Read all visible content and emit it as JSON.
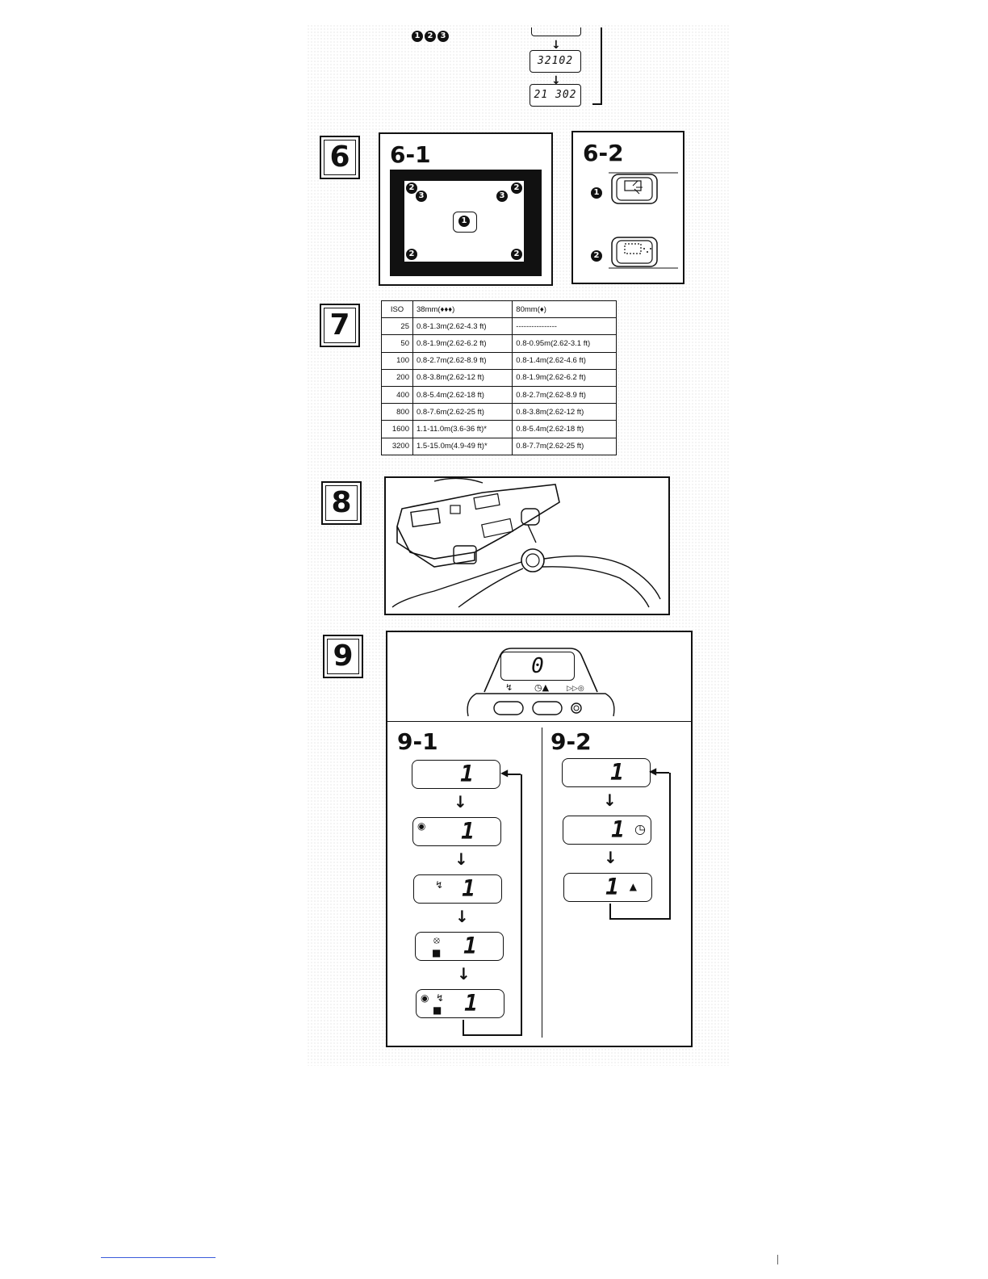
{
  "top_fragment": {
    "markers": [
      "1",
      "2",
      "3"
    ],
    "lcd_frames": [
      "32102",
      "21 302"
    ]
  },
  "section6": {
    "number": "6",
    "panel_1": {
      "title": "6-1",
      "markers": [
        "2",
        "3",
        "3",
        "2",
        "1",
        "2",
        "2"
      ]
    },
    "panel_2": {
      "title": "6-2",
      "markers": [
        "1",
        "2"
      ]
    }
  },
  "section7": {
    "number": "7",
    "table": {
      "headers": [
        "ISO",
        "38mm(♦♦♦)",
        "80mm(♦)"
      ],
      "rows": [
        [
          "25",
          "0.8-1.3m(2.62-4.3 ft)",
          "----------------"
        ],
        [
          "50",
          "0.8-1.9m(2.62-6.2 ft)",
          "0.8-0.95m(2.62-3.1 ft)"
        ],
        [
          "100",
          "0.8-2.7m(2.62-8.9 ft)",
          "0.8-1.4m(2.62-4.6 ft)"
        ],
        [
          "200",
          "0.8-3.8m(2.62-12 ft)",
          "0.8-1.9m(2.62-6.2 ft)"
        ],
        [
          "400",
          "0.8-5.4m(2.62-18 ft)",
          "0.8-2.7m(2.62-8.9 ft)"
        ],
        [
          "800",
          "0.8-7.6m(2.62-25 ft)",
          "0.8-3.8m(2.62-12 ft)"
        ],
        [
          "1600",
          "1.1-11.0m(3.6-36 ft)*",
          "0.8-5.4m(2.62-18 ft)"
        ],
        [
          "3200",
          "1.5-15.0m(4.9-49 ft)*",
          "0.8-7.7m(2.62-25 ft)"
        ]
      ]
    }
  },
  "section8": {
    "number": "8"
  },
  "section9": {
    "number": "9",
    "top_display": "0",
    "panel_1": {
      "title": "9-1",
      "displays": [
        "1",
        "1",
        "1",
        "1",
        "1"
      ]
    },
    "panel_2": {
      "title": "9-2",
      "displays": [
        "1",
        "1",
        "1"
      ]
    }
  },
  "icons": {
    "eye": "red-eye-icon",
    "flash": "flash-icon",
    "flash_off": "flash-off-icon",
    "night": "night-scene-icon",
    "self_timer": "self-timer-icon",
    "landscape": "landscape-icon"
  }
}
